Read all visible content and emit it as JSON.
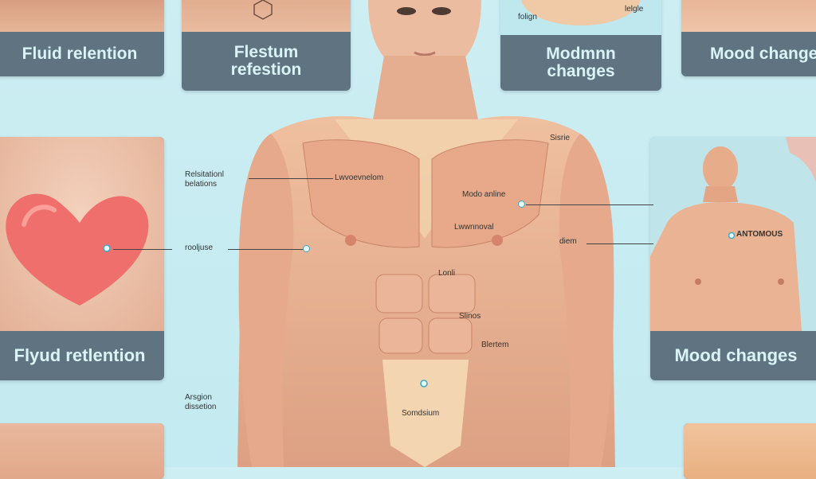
{
  "panels": {
    "top_left": {
      "caption": "Fluid relention"
    },
    "top_center": {
      "caption": "Flestum refestion"
    },
    "top_right_center": {
      "caption": "Modmnn changes",
      "tag_left": "folign",
      "tag_right": "lelgle"
    },
    "top_right": {
      "caption": "Mood change"
    },
    "mid_left": {
      "caption": "Flyud retlention"
    },
    "mid_right": {
      "caption": "Mood changes",
      "chest_label": "ANTOMOUS"
    }
  },
  "annotations": {
    "upper_left": "Relsitationl belations",
    "chest_left": "Lwvoevnelom",
    "left_arm": "rooljuse",
    "chest_right_top": "Modo anline",
    "chest_right_mid": "Lwwnnoval",
    "shoulder": "Sisrie",
    "right_arm": "diem",
    "ab_top": "Lonli",
    "ab_right_top": "Slinos",
    "ab_right_mid": "Blertem",
    "navel_lower": "Somdsium",
    "lower_left": "Arsgion dissetion"
  },
  "colors": {
    "background": "#c7ecf2",
    "panel": "#5f7480",
    "caption_text": "#d9f3f6",
    "skin": "#e2a88a",
    "heart": "#ef6f6c"
  }
}
